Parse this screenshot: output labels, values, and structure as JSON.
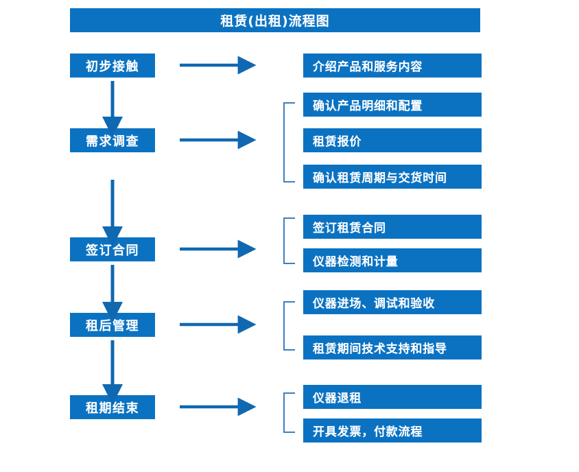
{
  "title": {
    "text": "租赁(出租)流程图"
  },
  "colors": {
    "accent_blue": "#0b72c2",
    "box_text": "#ffffff",
    "connector_blue": "#1068b0",
    "bracket_blue": "#3d7fc0",
    "page_background": "#ffffff"
  },
  "stages": [
    {
      "label": "初步接触"
    },
    {
      "label": "需求调查"
    },
    {
      "label": "签订合同"
    },
    {
      "label": "租后管理"
    },
    {
      "label": "租期结束"
    }
  ],
  "detail_groups": [
    {
      "stage": "初步接触",
      "bracketed": false,
      "items": [
        {
          "label": "介绍产品和服务内容"
        }
      ]
    },
    {
      "stage": "需求调查",
      "bracketed": true,
      "items": [
        {
          "label": "确认产品明细和配置"
        },
        {
          "label": "租赁报价"
        },
        {
          "label": "确认租赁周期与交货时间"
        }
      ]
    },
    {
      "stage": "签订合同",
      "bracketed": true,
      "items": [
        {
          "label": "签订租赁合同"
        },
        {
          "label": "仪器检测和计量"
        }
      ]
    },
    {
      "stage": "租后管理",
      "bracketed": true,
      "items": [
        {
          "label": "仪器进场、调试和验收"
        },
        {
          "label": "租赁期间技术支持和指导"
        }
      ]
    },
    {
      "stage": "租期结束",
      "bracketed": true,
      "items": [
        {
          "label": "仪器退租"
        },
        {
          "label": "开具发票，付款流程"
        }
      ]
    }
  ],
  "connectors": {
    "horizontal_arrow_icon": "arrow-right-icon",
    "vertical_arrow_icon": "arrow-down-icon",
    "bracket_icon": "bracket-left-icon",
    "horizontal_arrow_count": 5,
    "vertical_arrow_count": 4,
    "bracket_count": 4
  }
}
